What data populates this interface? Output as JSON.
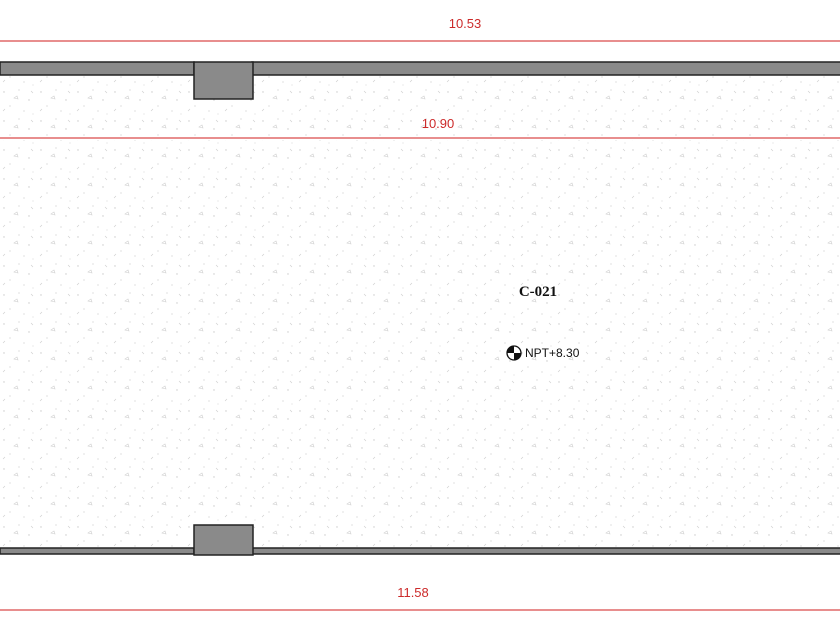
{
  "dimensions": {
    "top": "10.53",
    "middle": "10.90",
    "bottom": "11.58"
  },
  "room": {
    "code": "C-021",
    "level": "NPT+8.30"
  },
  "colors": {
    "dimension_line": "#d94a4a",
    "wall_fill": "#8a8a8a",
    "wall_stroke": "#222222",
    "hatch": "#c9c9c9",
    "background": "#ffffff"
  },
  "icons": {
    "level_marker": "level-marker-icon"
  }
}
